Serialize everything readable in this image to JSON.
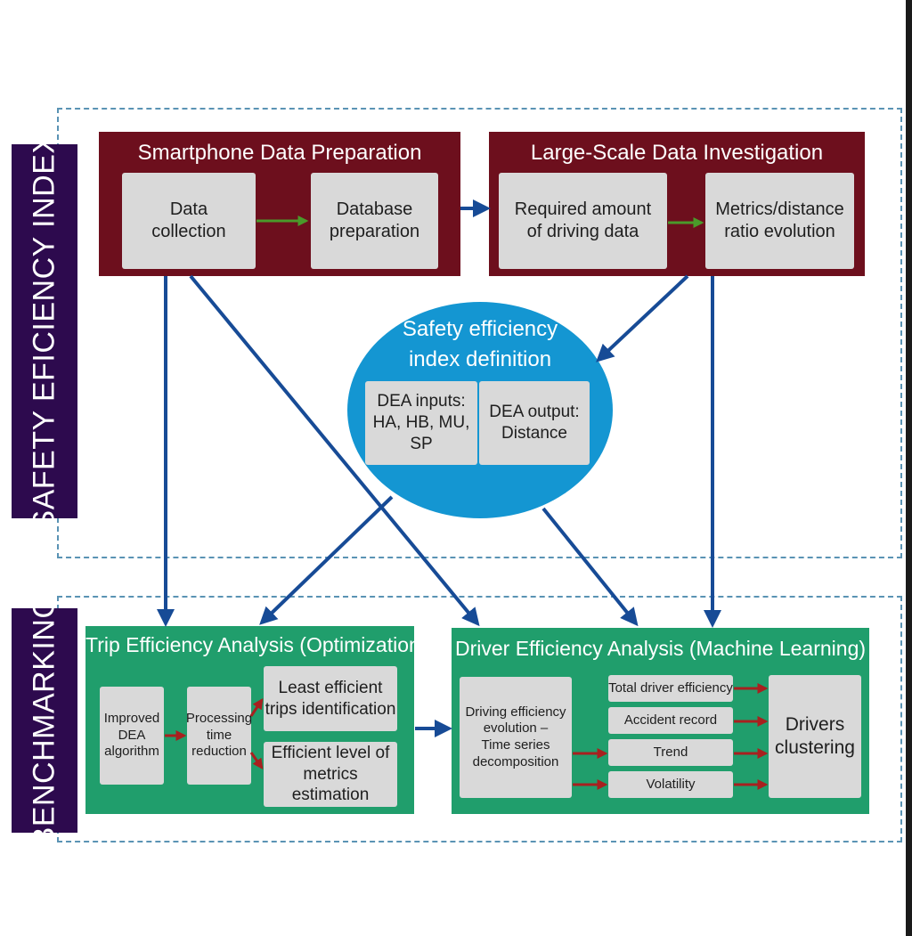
{
  "side_labels": {
    "safety": "SAFETY EFICIENCY INDEX",
    "benchmarking": "BENCHMARKING"
  },
  "smartphone": {
    "title": "Smartphone Data Preparation",
    "data_collection": "Data\ncollection",
    "database_preparation": "Database\npreparation"
  },
  "large_scale": {
    "title": "Large-Scale Data Investigation",
    "required_amount": "Required amount\nof driving data",
    "metrics_ratio": "Metrics/distance\nratio evolution"
  },
  "safety_index": {
    "title": "Safety efficiency\nindex definition",
    "dea_inputs": "DEA inputs:\nHA, HB, MU, SP",
    "dea_output": "DEA output:\nDistance"
  },
  "trip": {
    "title": "Trip Efficiency Analysis (Optimization)",
    "improved_dea": "Improved\nDEA\nalgorithm",
    "processing_time": "Processing\ntime\nreduction",
    "least_efficient": "Least efficient\ntrips identification",
    "efficient_level": "Efficient level of\nmetrics estimation"
  },
  "driver": {
    "title": "Driver Efficiency Analysis (Machine Learning)",
    "driving_evolution": "Driving efficiency\nevolution –\nTime series\ndecomposition",
    "total_efficiency": "Total driver efficiency",
    "accident_record": "Accident record",
    "trend": "Trend",
    "volatility": "Volatility",
    "drivers_clustering": "Drivers\nclustering"
  },
  "colors": {
    "dark_red": "#6d0f1d",
    "green": "#209e6c",
    "blue_circle": "#1496d2",
    "purple": "#2d0a4e",
    "arrow_blue": "#174b96",
    "arrow_green": "#4a9a2a",
    "arrow_red": "#a8201f"
  }
}
